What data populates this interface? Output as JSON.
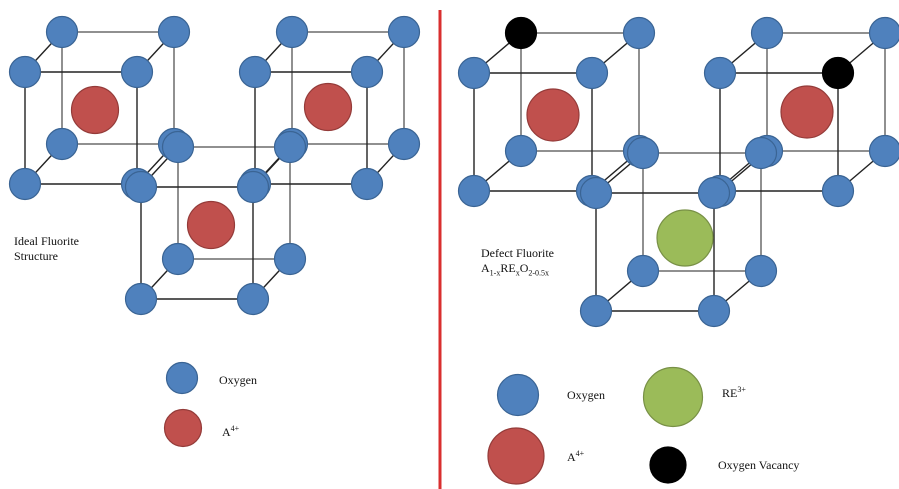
{
  "left": {
    "title_line1": "Ideal Fluorite",
    "title_line2": "Structure",
    "legend": [
      {
        "key": "oxygen",
        "label": "Oxygen"
      },
      {
        "key": "a4",
        "label_main": "A",
        "label_sup": "4+"
      }
    ]
  },
  "right": {
    "title": "Defect Fluorite",
    "formula": [
      {
        "t": "A",
        "s": "n"
      },
      {
        "t": "1-x",
        "s": "sub"
      },
      {
        "t": "RE",
        "s": "n"
      },
      {
        "t": "x",
        "s": "sub"
      },
      {
        "t": "O",
        "s": "n"
      },
      {
        "t": "2-0.5x",
        "s": "sub"
      }
    ],
    "legend": [
      {
        "key": "oxygen",
        "label": "Oxygen"
      },
      {
        "key": "re3",
        "label_main": "RE",
        "label_sup": "3+"
      },
      {
        "key": "a4",
        "label_main": "A",
        "label_sup": "4+"
      },
      {
        "key": "vacancy",
        "label": "Oxygen Vacancy"
      }
    ]
  },
  "colors": {
    "oxygen_fill": "#4f81bd",
    "oxygen_stroke": "#3a6494",
    "a4_fill": "#c0504d",
    "a4_stroke": "#943b39",
    "re3_fill": "#9bbb59",
    "re3_stroke": "#789046",
    "vacancy_fill": "#000000",
    "divider": "#d92f2f",
    "lines": "#222222"
  }
}
